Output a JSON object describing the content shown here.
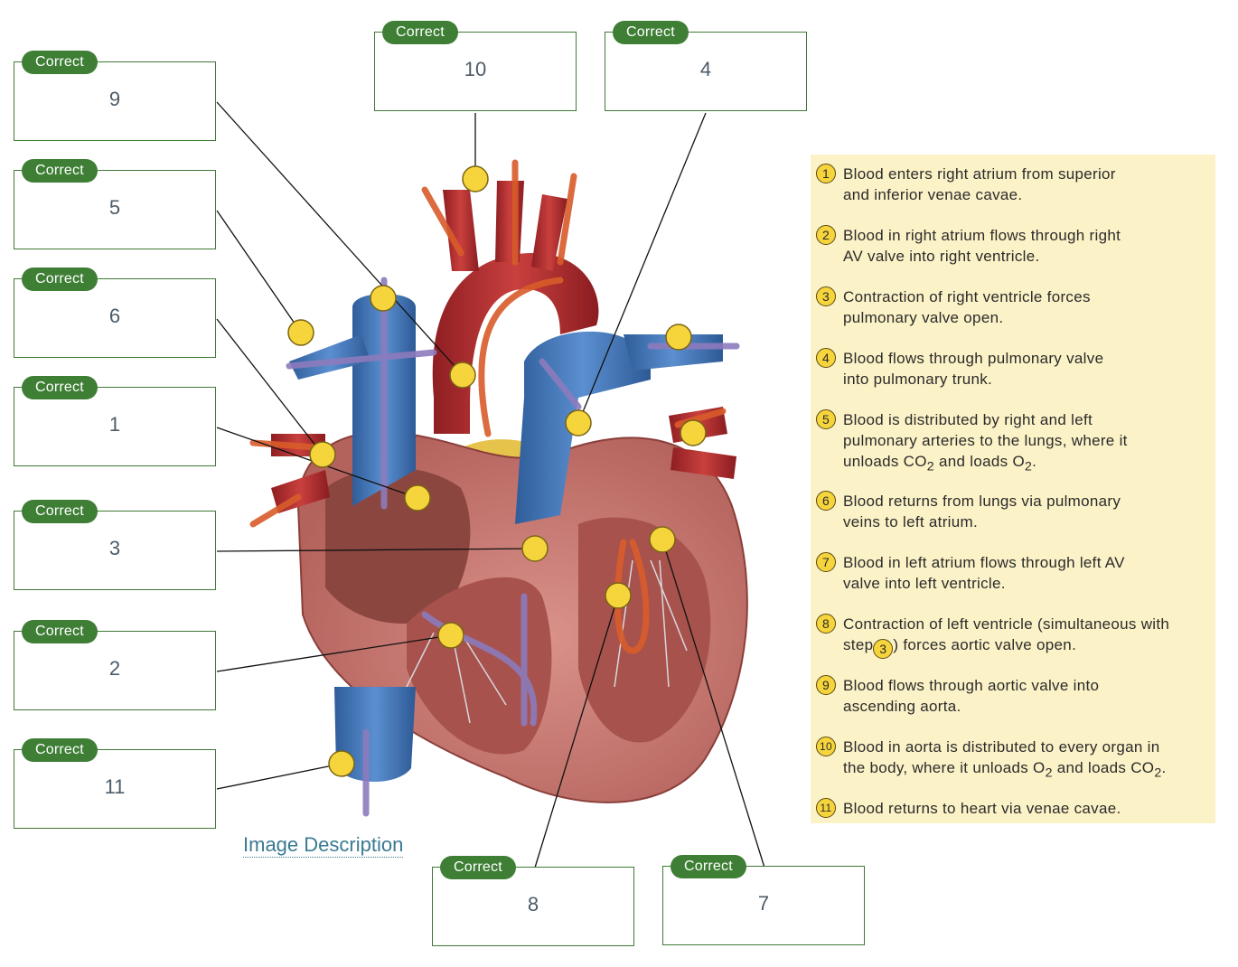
{
  "drop_zones": [
    {
      "status": "Correct",
      "value": "9"
    },
    {
      "status": "Correct",
      "value": "5"
    },
    {
      "status": "Correct",
      "value": "6"
    },
    {
      "status": "Correct",
      "value": "1"
    },
    {
      "status": "Correct",
      "value": "3"
    },
    {
      "status": "Correct",
      "value": "2"
    },
    {
      "status": "Correct",
      "value": "11"
    },
    {
      "status": "Correct",
      "value": "10"
    },
    {
      "status": "Correct",
      "value": "4"
    },
    {
      "status": "Correct",
      "value": "8"
    },
    {
      "status": "Correct",
      "value": "7"
    }
  ],
  "image_description_link": "Image Description",
  "legend": {
    "steps": [
      {
        "num": "1",
        "line1": "Blood enters right atrium from superior",
        "line2": "and inferior venae cavae."
      },
      {
        "num": "2",
        "line1": "Blood in right atrium flows through right",
        "line2": "AV valve into right ventricle."
      },
      {
        "num": "3",
        "line1": "Contraction of right ventricle forces",
        "line2": "pulmonary valve open."
      },
      {
        "num": "4",
        "line1": "Blood flows through pulmonary valve",
        "line2": "into pulmonary trunk."
      },
      {
        "num": "5",
        "line1": "Blood is distributed by right and left",
        "line2": "pulmonary arteries to the lungs, where it",
        "line3a": "unloads CO",
        "line3b": "2",
        "line3c": " and loads O",
        "line3d": "2",
        "line3e": "."
      },
      {
        "num": "6",
        "line1": "Blood returns from lungs via pulmonary",
        "line2": "veins to left atrium."
      },
      {
        "num": "7",
        "line1": "Blood in left atrium flows through left AV",
        "line2": "valve into left ventricle."
      },
      {
        "num": "8",
        "line1": "Contraction of left ventricle (simultaneous with",
        "line2a": "step",
        "line2ref": "3",
        "line2b": ") forces aortic valve open."
      },
      {
        "num": "9",
        "line1": "Blood flows through aortic valve into",
        "line2": "ascending aorta."
      },
      {
        "num": "10",
        "line1": "Blood in aorta is distributed to every organ in",
        "line2a": "the body, where it unloads O",
        "line2b": "2",
        "line2c": " and loads CO",
        "line2d": "2",
        "line2e": "."
      },
      {
        "num": "11",
        "line1": "Blood returns to heart via venae cavae."
      }
    ]
  },
  "colors": {
    "correct_badge": "#3e7f35",
    "box_border": "#3f7a35",
    "legend_bg": "#fcf2c7",
    "hotspot": "#f6d43c",
    "link": "#3a7a92"
  }
}
